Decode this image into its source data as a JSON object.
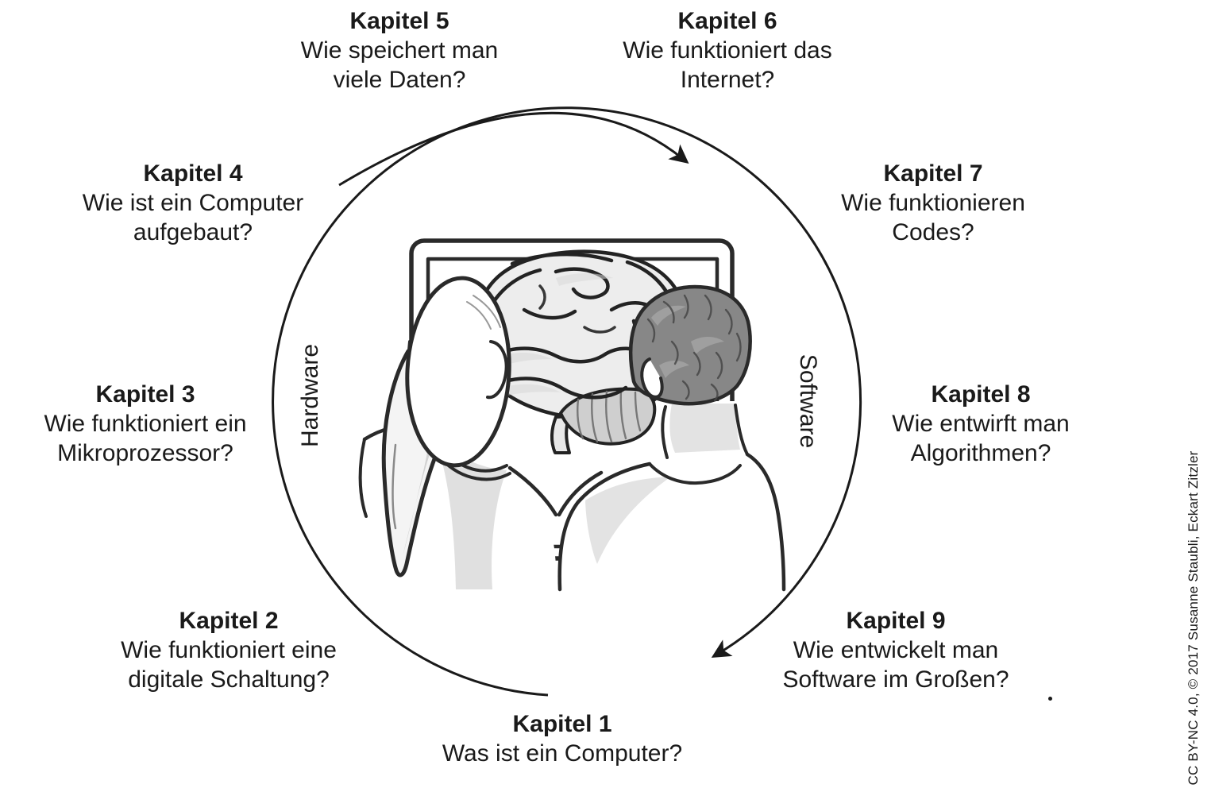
{
  "chapters": [
    {
      "title": "Kapitel 1",
      "lines": [
        "Was ist ein Computer?"
      ]
    },
    {
      "title": "Kapitel 2",
      "lines": [
        "Wie funktioniert eine",
        "digitale Schaltung?"
      ]
    },
    {
      "title": "Kapitel 3",
      "lines": [
        "Wie funktioniert ein",
        "Mikroprozessor?"
      ]
    },
    {
      "title": "Kapitel 4",
      "lines": [
        "Wie ist ein Computer",
        "aufgebaut?"
      ]
    },
    {
      "title": "Kapitel 5",
      "lines": [
        "Wie speichert man",
        "viele Daten?"
      ]
    },
    {
      "title": "Kapitel 6",
      "lines": [
        "Wie funktioniert das",
        "Internet?"
      ]
    },
    {
      "title": "Kapitel 7",
      "lines": [
        "Wie funktionieren",
        "Codes?"
      ]
    },
    {
      "title": "Kapitel 8",
      "lines": [
        "Wie entwirft man",
        "Algorithmen?"
      ]
    },
    {
      "title": "Kapitel 9",
      "lines": [
        "Wie entwickelt man",
        "Software im Großen?"
      ]
    }
  ],
  "side_labels": {
    "left": "Hardware",
    "right": "Software"
  },
  "credit": "CC BY-NC 4.0, © 2017 Susanne Staubli, Eckart Zitzler",
  "stray_mark": ".",
  "colors": {
    "text": "#1a1a1a",
    "line": "#2a2a2a",
    "shading": "#d9d9d9"
  },
  "illustration": {
    "name": "two-people-viewing-brain-on-monitor"
  }
}
